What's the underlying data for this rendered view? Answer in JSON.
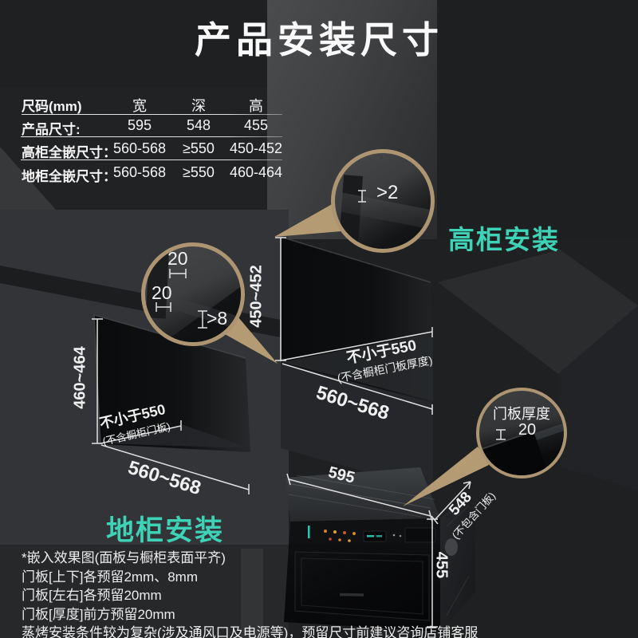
{
  "title": "产品安装尺寸",
  "table": {
    "unit_header": "尺码(mm)",
    "col_headers": [
      "宽",
      "深",
      "高"
    ],
    "rows": [
      {
        "label": "产品尺寸:",
        "w": "595",
        "d": "548",
        "h": "455"
      },
      {
        "label": "高柜全嵌尺寸：",
        "w": "560-568",
        "d": "≥550",
        "h": "450-452"
      },
      {
        "label": "地柜全嵌尺寸：",
        "w": "560-568",
        "d": "≥550",
        "h": "460-464"
      }
    ]
  },
  "tall_cabinet": {
    "section_label": "高柜安装",
    "height_range": "450~452",
    "depth_min": "不小于550",
    "depth_note": "(不含橱柜门板厚度)",
    "width_range": "560~568",
    "top_gap": ">2"
  },
  "base_cabinet": {
    "section_label": "地柜安装",
    "height_range": "460~464",
    "depth_min": "不小于550",
    "depth_note": "(不含橱柜门板)",
    "width_range": "560~568",
    "side_gap_top": "20",
    "side_gap_left": "20",
    "bottom_gap": ">8"
  },
  "door_callout": {
    "label": "门板厚度",
    "value": "20"
  },
  "product": {
    "width": "595",
    "depth": "548",
    "depth_note": "(不包含门板)",
    "height": "455"
  },
  "notes": [
    "*嵌入效果图(面板与橱柜表面平齐)",
    "门板[上下]各预留2mm、8mm",
    "门板[左右]各预留20mm",
    "门板[厚度]前方预留20mm",
    "蒸烤安装条件较为复杂(涉及通风口及电源等)，预留尺寸前建议咨询店铺客服"
  ],
  "colors": {
    "accent_teal": "#3ed2b6",
    "magnifier_ring": "#ae9572",
    "dim_line": "#ebebeb",
    "background": "#1d1e20"
  }
}
